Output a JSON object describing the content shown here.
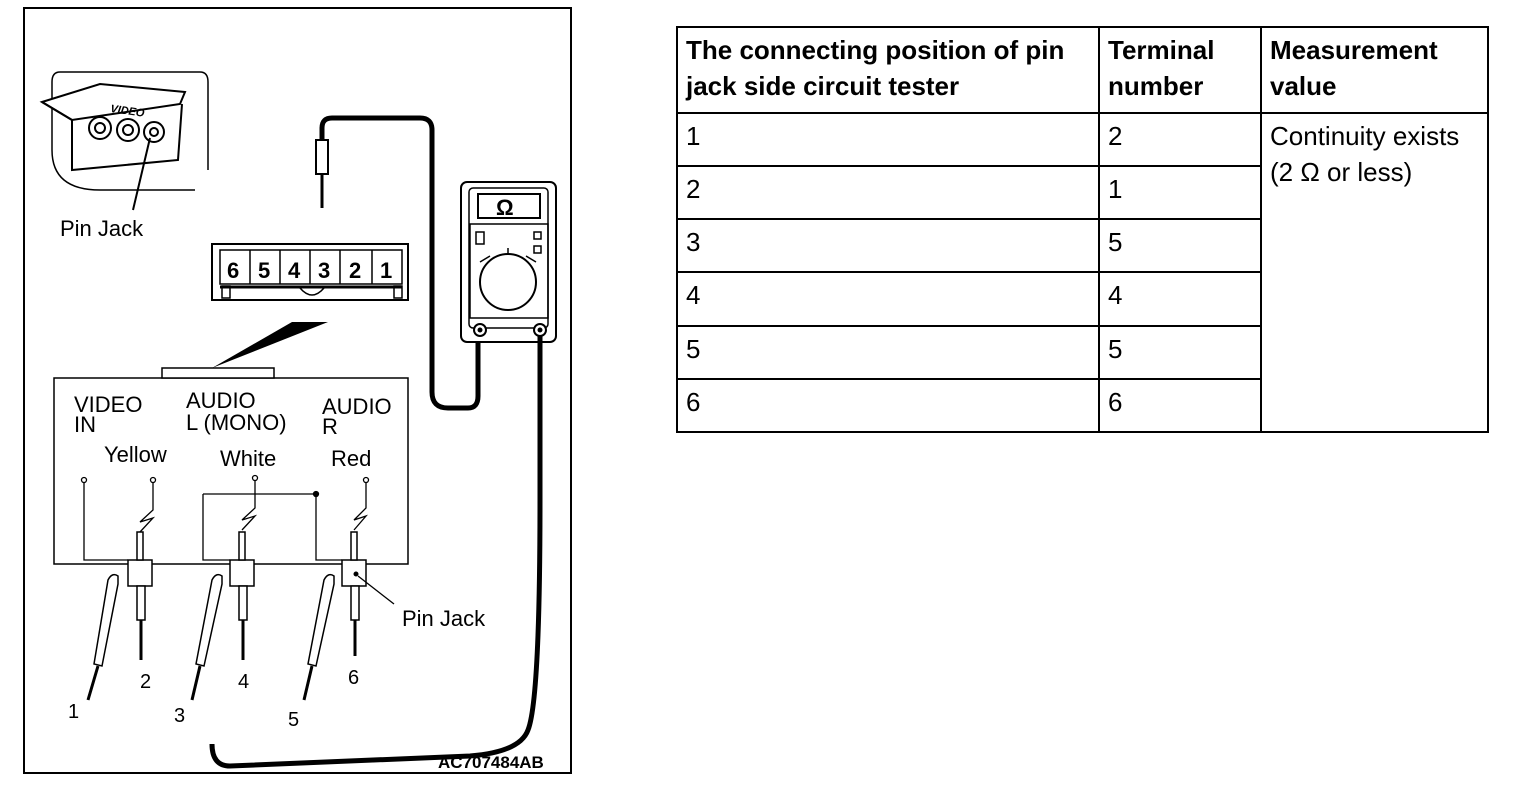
{
  "diagram": {
    "top_jack_label": "Pin Jack",
    "panel_brand": "VIDEO",
    "connector_pins": [
      "6",
      "5",
      "4",
      "3",
      "2",
      "1"
    ],
    "meter_symbol": "Ω",
    "inputs": [
      {
        "line1": "VIDEO",
        "line2": "IN",
        "color": "Yellow"
      },
      {
        "line1": "AUDIO",
        "line2": "L (MONO)",
        "color": "White"
      },
      {
        "line1": "AUDIO",
        "line2": "R",
        "color": "Red"
      }
    ],
    "pin_jack_callout": "Pin Jack",
    "lead_numbers": [
      "1",
      "2",
      "3",
      "4",
      "5",
      "6"
    ],
    "figure_code": "AC707484AB"
  },
  "table": {
    "headers": [
      "The connecting position of pin jack side circuit tester",
      "Terminal number",
      "Measurement value"
    ],
    "rows": [
      {
        "position": "1",
        "terminal": "2"
      },
      {
        "position": "2",
        "terminal": "1"
      },
      {
        "position": "3",
        "terminal": "5"
      },
      {
        "position": "4",
        "terminal": "4"
      },
      {
        "position": "5",
        "terminal": "5"
      },
      {
        "position": "6",
        "terminal": "6"
      }
    ],
    "measurement": "Continuity exists (2 Ω or less)"
  }
}
